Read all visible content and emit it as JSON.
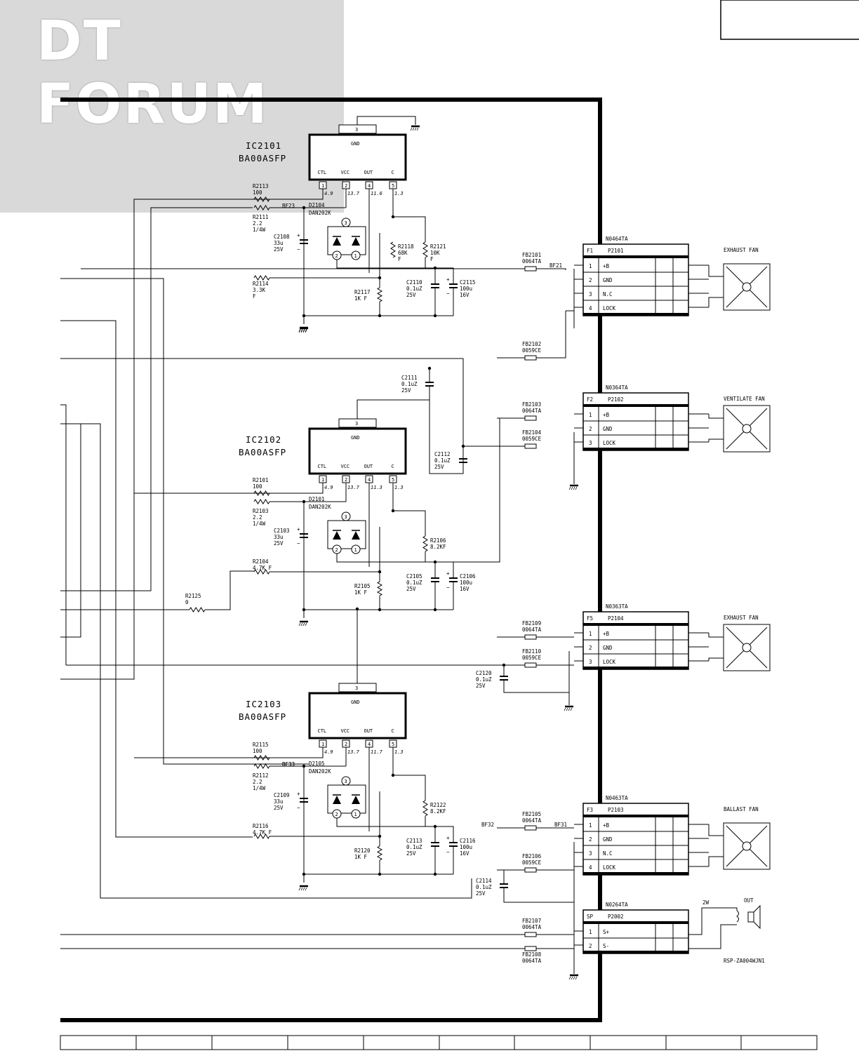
{
  "logo": {
    "text": "DT FORUM"
  },
  "ics": [
    {
      "ref": "IC2101",
      "part": "BA00ASFP",
      "gnd": "GND",
      "gnd_pin": "3",
      "pins": [
        "CTL",
        "VCC",
        "OUT",
        "C"
      ],
      "pin_nums": [
        "1",
        "2",
        "4",
        "5"
      ],
      "volts": [
        "4.9",
        "13.7",
        "11.6",
        "1.3"
      ]
    },
    {
      "ref": "IC2102",
      "part": "BA00ASFP",
      "gnd": "GND",
      "gnd_pin": "3",
      "pins": [
        "CTL",
        "VCC",
        "OUT",
        "C"
      ],
      "pin_nums": [
        "1",
        "2",
        "4",
        "5"
      ],
      "volts": [
        "4.9",
        "13.7",
        "11.3",
        "1.3"
      ]
    },
    {
      "ref": "IC2103",
      "part": "BA00ASFP",
      "gnd": "GND",
      "gnd_pin": "3",
      "pins": [
        "CTL",
        "VCC",
        "OUT",
        "C"
      ],
      "pin_nums": [
        "1",
        "2",
        "4",
        "5"
      ],
      "volts": [
        "4.9",
        "13.7",
        "11.7",
        "1.3"
      ]
    }
  ],
  "diodes": [
    {
      "ref": "D2104",
      "part": "DAN202K",
      "pins": [
        "3",
        "2",
        "1"
      ]
    },
    {
      "ref": "D2101",
      "part": "DAN202K",
      "pins": [
        "3",
        "2",
        "1"
      ]
    },
    {
      "ref": "D2105",
      "part": "DAN202K",
      "pins": [
        "3",
        "2",
        "1"
      ]
    }
  ],
  "components": {
    "R2113": [
      "R2113",
      "100"
    ],
    "R2111": [
      "R2111",
      "2.2",
      "1/4W"
    ],
    "C2108": [
      "C2108",
      "33u",
      "25V"
    ],
    "R2114": [
      "R2114",
      "3.3K",
      "F"
    ],
    "R2118": [
      "R2118",
      "68K",
      "F"
    ],
    "R2121": [
      "R2121",
      "10K",
      "F"
    ],
    "R2117": [
      "R2117",
      "1K F"
    ],
    "C2110": [
      "C2110",
      "0.1uZ",
      "25V"
    ],
    "C2115": [
      "C2115",
      "100u",
      "16V"
    ],
    "C2111": [
      "C2111",
      "0.1uZ",
      "25V"
    ],
    "C2112": [
      "C2112",
      "0.1uZ",
      "25V"
    ],
    "R2101": [
      "R2101",
      "100"
    ],
    "R2103": [
      "R2103",
      "2.2",
      "1/4W"
    ],
    "C2103": [
      "C2103",
      "33u",
      "25V"
    ],
    "R2104": [
      "R2104",
      "4.7K F"
    ],
    "R2125": [
      "R2125",
      "0"
    ],
    "R2106": [
      "R2106",
      "8.2KF"
    ],
    "R2105": [
      "R2105",
      "1K F"
    ],
    "C2105": [
      "C2105",
      "0.1uZ",
      "25V"
    ],
    "C2106": [
      "C2106",
      "100u",
      "16V"
    ],
    "C2120": [
      "C2120",
      "0.1uZ",
      "25V"
    ],
    "R2115": [
      "R2115",
      "100"
    ],
    "R2112": [
      "R2112",
      "2.2",
      "1/4W"
    ],
    "C2109": [
      "C2109",
      "33u",
      "25V"
    ],
    "R2116": [
      "R2116",
      "4.7K F"
    ],
    "R2122": [
      "R2122",
      "8.2KF"
    ],
    "R2120": [
      "R2120",
      "1K F"
    ],
    "C2113": [
      "C2113",
      "0.1uZ",
      "25V"
    ],
    "C2116": [
      "C2116",
      "100u",
      "16V"
    ],
    "C2114": [
      "C2114",
      "0.1uZ",
      "25V"
    ]
  },
  "ferrites": [
    {
      "ref": "FB2101",
      "part": "0064TA"
    },
    {
      "ref": "FB2102",
      "part": "0059CE"
    },
    {
      "ref": "FB2103",
      "part": "0064TA"
    },
    {
      "ref": "FB2104",
      "part": "0059CE"
    },
    {
      "ref": "FB2109",
      "part": "0064TA"
    },
    {
      "ref": "FB2110",
      "part": "0059CE"
    },
    {
      "ref": "FB2105",
      "part": "0064TA"
    },
    {
      "ref": "FB2106",
      "part": "0059CE"
    },
    {
      "ref": "FB2107",
      "part": "0064TA"
    },
    {
      "ref": "FB2108",
      "part": "0064TA"
    }
  ],
  "nets": [
    "BF23",
    "BF21",
    "BF33",
    "BF32",
    "BF31"
  ],
  "connectors": [
    {
      "part": "N0464TA",
      "tag": "F1",
      "ref": "P2101",
      "label": "EXHAUST FAN",
      "rows": [
        [
          "1",
          "+B"
        ],
        [
          "2",
          "GND"
        ],
        [
          "3",
          "N.C"
        ],
        [
          "4",
          "LOCK"
        ]
      ]
    },
    {
      "part": "N0364TA",
      "tag": "F2",
      "ref": "P2102",
      "label": "VENTILATE FAN",
      "rows": [
        [
          "1",
          "+B"
        ],
        [
          "2",
          "GND"
        ],
        [
          "3",
          "LOCK"
        ]
      ]
    },
    {
      "part": "N0363TA",
      "tag": "F5",
      "ref": "P2104",
      "label": "EXHAUST FAN",
      "rows": [
        [
          "1",
          "+B"
        ],
        [
          "2",
          "GND"
        ],
        [
          "3",
          "LOCK"
        ]
      ]
    },
    {
      "part": "N0463TA",
      "tag": "F3",
      "ref": "P2103",
      "label": "BALLAST FAN",
      "rows": [
        [
          "1",
          "+B"
        ],
        [
          "2",
          "GND"
        ],
        [
          "3",
          "N.C"
        ],
        [
          "4",
          "LOCK"
        ]
      ]
    },
    {
      "part": "N0264TA",
      "tag": "SP",
      "ref": "P2002",
      "label": "",
      "rows": [
        [
          "1",
          "S+"
        ],
        [
          "2",
          "S-"
        ]
      ]
    }
  ],
  "speaker": {
    "power": "2W",
    "out": "OUT",
    "part": "RSP-ZA004WJN1"
  }
}
